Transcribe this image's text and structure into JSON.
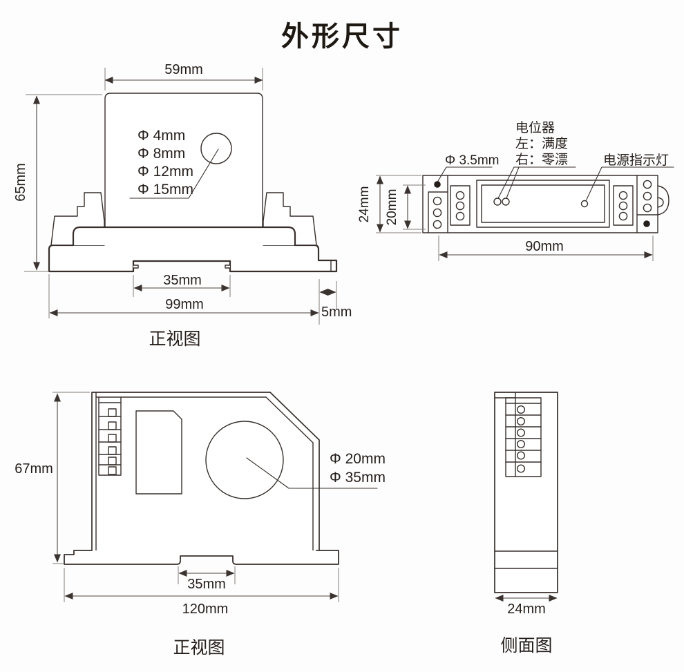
{
  "title": "外形尺寸",
  "front_view_top": {
    "label": "正视图",
    "dim_top_width": "59mm",
    "dim_height": "65mm",
    "dim_slot": "35mm",
    "dim_base_width": "99mm",
    "dim_tab": "5mm",
    "hole_diameters": [
      "Φ 4mm",
      "Φ 8mm",
      "Φ 12mm",
      "Φ 15mm"
    ]
  },
  "top_view": {
    "dim_height": "24mm",
    "dim_inner_height": "20mm",
    "dim_width": "90mm",
    "dim_mount_hole": "Φ 3.5mm",
    "potentiometer_label": "电位器",
    "potentiometer_left": "左：满度",
    "potentiometer_right": "右：零漂",
    "power_led_label": "电源指示灯"
  },
  "front_view_bottom": {
    "label": "正视图",
    "dim_height": "67mm",
    "dim_slot": "35mm",
    "dim_base_width": "120mm",
    "hole_diameters": [
      "Φ 20mm",
      "Φ 35mm"
    ]
  },
  "side_view": {
    "label": "侧面图",
    "dim_width": "24mm"
  },
  "colors": {
    "line": "#372f2b",
    "dimension": "#817b78",
    "background": "#fdfdfd"
  }
}
